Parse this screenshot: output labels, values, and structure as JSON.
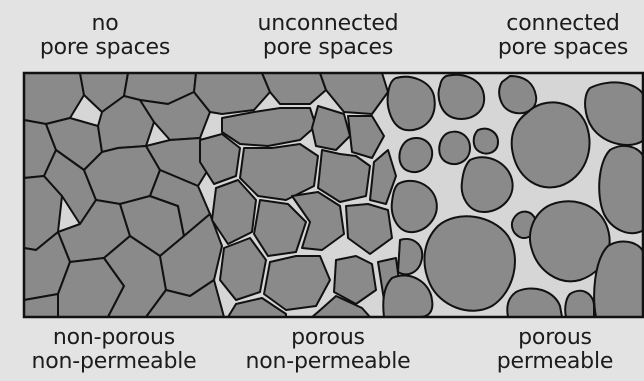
{
  "labels": {
    "top": [
      {
        "line1": "no",
        "line2": "pore spaces"
      },
      {
        "line1": "unconnected",
        "line2": "pore spaces"
      },
      {
        "line1": "connected",
        "line2": "pore spaces"
      }
    ],
    "bottom": [
      {
        "line1": "non-porous",
        "line2": "non-permeable"
      },
      {
        "line1": "porous",
        "line2": "non-permeable"
      },
      {
        "line1": "porous",
        "line2": "permeable"
      }
    ]
  },
  "colors": {
    "background": "#e3e3e3",
    "grain_fill": "#8a8a8a",
    "grain_outline": "#111111",
    "pore_space": "#d6d6d6"
  }
}
